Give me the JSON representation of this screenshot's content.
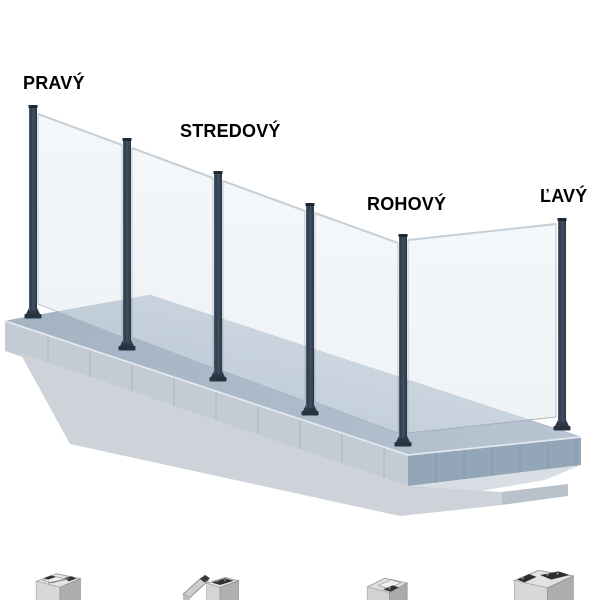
{
  "diagram": {
    "description_type": "glass-railing-post-types-illustration",
    "labels": {
      "pravy": "PRAVÝ",
      "stredovy": "STREDOVÝ",
      "rohovy": "ROHOVÝ",
      "lavy": "ĽAVÝ"
    },
    "colors": {
      "background": "#ffffff",
      "post": "#3a4a5c",
      "post_dark": "#27323e",
      "deck_top": "#aebdcb",
      "curb_front": "#c3ccd5",
      "curb_right": "#93a6b7",
      "wall_front": "#cdd3d9",
      "wall_right": "#b9c2cb",
      "glass_tint": "#eef2f6",
      "label_text": "#000000"
    }
  },
  "thumbnails": [
    {
      "icon": "aluminum-profile-icon",
      "variant": "square-tube-profile"
    },
    {
      "icon": "aluminum-profile-icon",
      "variant": "fin-and-clamp-profile"
    },
    {
      "icon": "aluminum-profile-icon",
      "variant": "corner-profile"
    },
    {
      "icon": "aluminum-profile-icon",
      "variant": "wide-base-profile"
    }
  ]
}
